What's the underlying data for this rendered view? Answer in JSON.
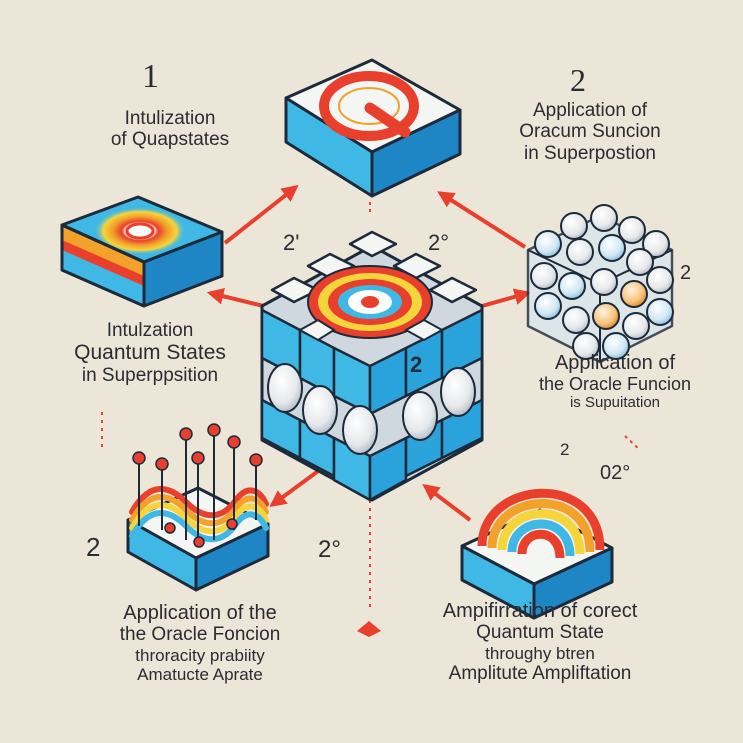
{
  "labels": {
    "top_left": [
      "Intulization",
      "of Quapstates"
    ],
    "top_right": [
      "Application of",
      "Oracum Suncion",
      "in Superpostion"
    ],
    "mid_left": [
      "Intulzation",
      "Quantum States",
      "in Superppsition"
    ],
    "mid_right": [
      "Application of",
      "the Oracle Funcion",
      "is Supuitation"
    ],
    "bottom_left": [
      "Application of the",
      "the Oracle Foncion",
      "throracity prabiity",
      "Amatucte Aprate"
    ],
    "bottom_right": [
      "Ampifirration of corect",
      "Quantum State",
      "throughy btren",
      "Amplitute Ampliftation"
    ]
  },
  "numbers": {
    "n_top_left": "1",
    "n_top_right": "2",
    "n_center_left": "2'",
    "n_center_right": "2°",
    "n_right": "2",
    "n_cube_face": "2",
    "n_bottom_left": "2",
    "n_bottom_center": "2°",
    "n_small": "2",
    "n_bottom_right": "02°"
  },
  "colors": {
    "background": "#ece6d9",
    "cyan": "#3fb8e6",
    "cyan_dark": "#1e86c4",
    "white_top": "#f4f6f4",
    "red": "#e8402c",
    "orange": "#f2a12b",
    "yellow": "#f6d43c",
    "outline": "#1d2a3a"
  },
  "icons": [
    "quantum-q-tile-icon",
    "radial-state-tile-icon",
    "qubit-cluster-icon",
    "central-cube-icon",
    "wave-lollipop-icon",
    "rainbow-arc-icon"
  ]
}
